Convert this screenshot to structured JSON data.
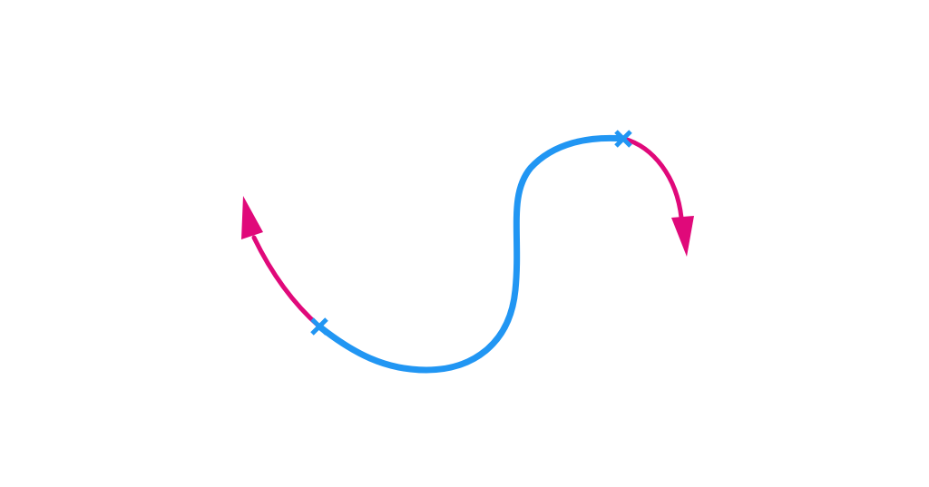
{
  "diagram": {
    "colors": {
      "background": "#ffffff",
      "main_curve": "#2196f3",
      "extension": "#e0097a",
      "split_marker": "#2196f3"
    },
    "elements": {
      "main_curve": "smooth-s-curve",
      "extensions": [
        "left-extension-arrow",
        "right-extension-arrow"
      ],
      "split_markers": [
        "split-point-left",
        "split-point-right"
      ]
    }
  }
}
